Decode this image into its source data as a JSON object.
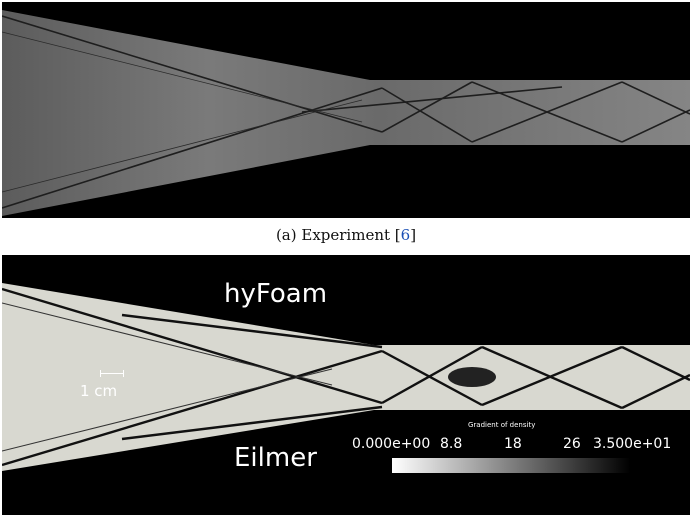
{
  "figure": {
    "caption_a": {
      "prefix": "(a) Experiment [",
      "ref": "6",
      "suffix": "]"
    },
    "panel_b": {
      "label_top": "hyFoam",
      "label_bottom": "Eilmer",
      "scale_label": "1 cm",
      "colorbar": {
        "title": "Gradient of density",
        "ticks": [
          "0.000e+00",
          "8.8",
          "18",
          "26",
          "3.500e+01"
        ],
        "range": [
          0,
          35
        ],
        "colors": {
          "low": "#ffffff",
          "high": "#000000"
        }
      }
    }
  }
}
